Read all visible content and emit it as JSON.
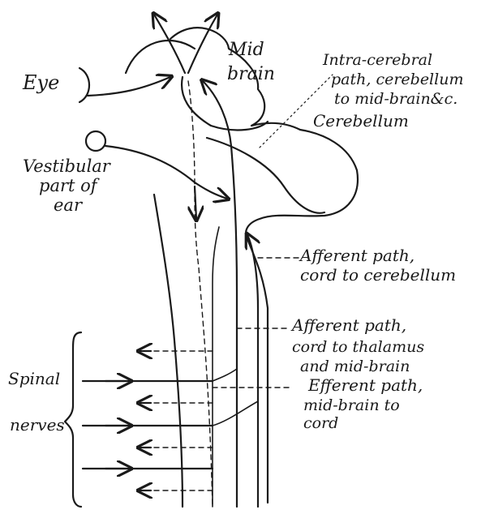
{
  "labels": {
    "eye": "Eye",
    "mid_brain_1": "Mid",
    "mid_brain_2": "brain",
    "intra_1": "Intra-cerebral",
    "intra_2": "path, cerebellum",
    "intra_3": "to mid-brain&c.",
    "cerebellum": "Cerebellum",
    "vestib_1": "Vestibular",
    "vestib_2": "part of",
    "vestib_3": "ear",
    "aff_cb_1": "Afferent path,",
    "aff_cb_2": "cord to cerebellum",
    "aff_th_1": "Afferent path,",
    "aff_th_2": "cord to thalamus",
    "aff_th_3": "and mid-brain",
    "eff_1": "Efferent path,",
    "eff_2": "mid-brain to",
    "eff_3": "cord",
    "spinal": "Spinal",
    "nerves": "nerves"
  }
}
